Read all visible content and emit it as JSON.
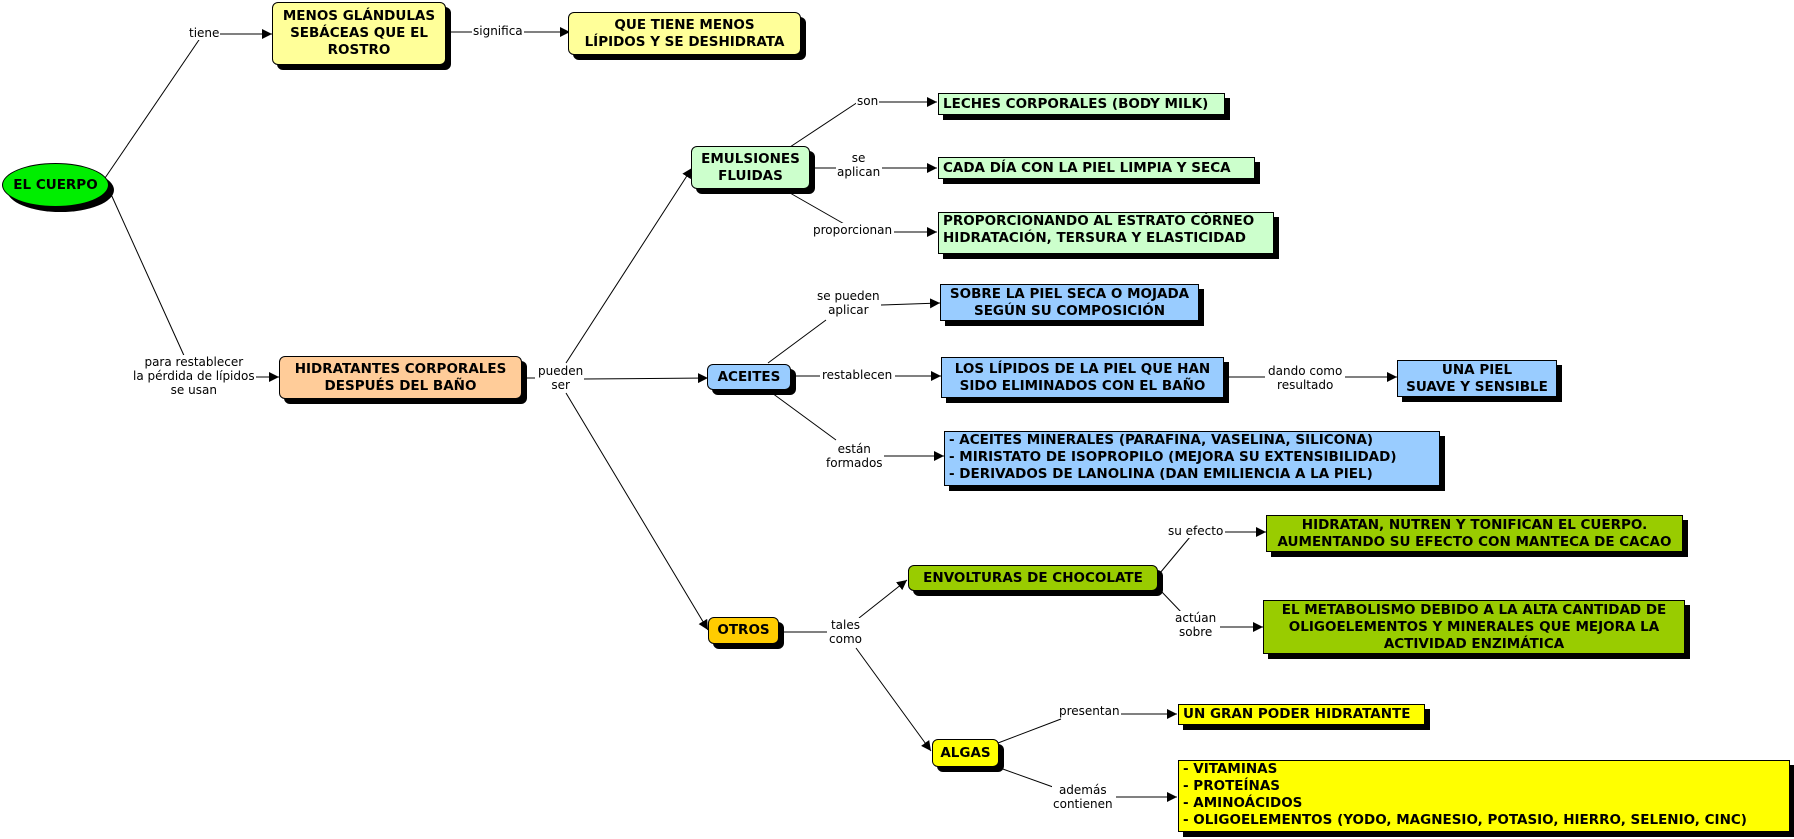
{
  "nodes": {
    "el_cuerpo": "EL CUERPO",
    "menos_glandulas": [
      "MENOS GLÁNDULAS",
      "SEBÁCEAS QUE EL",
      "ROSTRO"
    ],
    "menos_lipidos": [
      "QUE TIENE MENOS",
      "LÍPIDOS Y SE DESHIDRATA"
    ],
    "hidratantes": [
      "HIDRATANTES CORPORALES",
      "DESPUÉS DEL BAÑO"
    ],
    "emulsiones": [
      "EMULSIONES",
      "FLUIDAS"
    ],
    "leches": "LECHES CORPORALES (BODY MILK)",
    "cada_dia": "CADA DÍA CON LA PIEL LIMPIA Y SECA",
    "proporcionando": [
      "PROPORCIONANDO AL ESTRATO CÓRNEO",
      "HIDRATACIÓN, TERSURA Y ELASTICIDAD"
    ],
    "aceites": "ACEITES",
    "sobre_piel": [
      "SOBRE LA PIEL SECA O MOJADA",
      "SEGÚN SU COMPOSICIÓN"
    ],
    "lipidos_piel": [
      "LOS LÍPIDOS DE LA PIEL QUE HAN",
      "SIDO ELIMINADOS CON EL BAÑO"
    ],
    "piel_suave": [
      "UNA PIEL",
      "SUAVE Y SENSIBLE"
    ],
    "aceites_minerales": [
      "- ACEITES MINERALES (PARAFINA, VASELINA, SILICONA)",
      "- MIRISTATO DE ISOPROPILO (MEJORA SU EXTENSIBILIDAD)",
      "- DERIVADOS DE LANOLINA (DAN EMILIENCIA A LA PIEL)"
    ],
    "otros": "OTROS",
    "envolturas": "ENVOLTURAS DE CHOCOLATE",
    "hidratan": [
      "HIDRATAN, NUTREN Y TONIFICAN EL CUERPO.",
      "AUMENTANDO SU EFECTO CON MANTECA DE CACAO"
    ],
    "metabolismo": [
      "EL METABOLISMO DEBIDO A LA ALTA CANTIDAD DE",
      "OLIGOELEMENTOS Y MINERALES QUE MEJORA LA",
      "ACTIVIDAD ENZIMÁTICA"
    ],
    "algas": "ALGAS",
    "gran_poder": "UN GRAN PODER HIDRATANTE",
    "vitaminas": [
      "- VITAMINAS",
      "- PROTEÍNAS",
      "- AMINOÁCIDOS",
      "- OLIGOELEMENTOS (YODO, MAGNESIO, POTASIO, HIERRO, SELENIO, CINC)"
    ]
  },
  "labels": {
    "tiene": [
      "tiene"
    ],
    "significa": [
      "significa"
    ],
    "para_restablecer": [
      "para restablecer",
      "la pérdida de lípidos",
      "se usan"
    ],
    "pueden_ser": [
      "pueden",
      "ser"
    ],
    "son": [
      "son"
    ],
    "se_aplican": [
      "se",
      "aplican"
    ],
    "proporcionan": [
      "proporcionan"
    ],
    "se_pueden_aplicar": [
      "se pueden",
      "aplicar"
    ],
    "restablecen": [
      "restablecen"
    ],
    "dando_como": [
      "dando como",
      "resultado"
    ],
    "estan_formados": [
      "están",
      "formados"
    ],
    "tales_como": [
      "tales",
      "como"
    ],
    "su_efecto": [
      "su efecto"
    ],
    "actuan_sobre": [
      "actúan",
      "sobre"
    ],
    "presentan": [
      "presentan"
    ],
    "ademas_contienen": [
      "además",
      "contienen"
    ]
  },
  "colors": {
    "green": "#00ee00",
    "pale_yellow": "#ffff99",
    "peach": "#ffcc99",
    "mint": "#ccffcc",
    "blue": "#99ccff",
    "orange": "#ffcc00",
    "olive": "#99cc00",
    "yellow": "#ffff00"
  }
}
